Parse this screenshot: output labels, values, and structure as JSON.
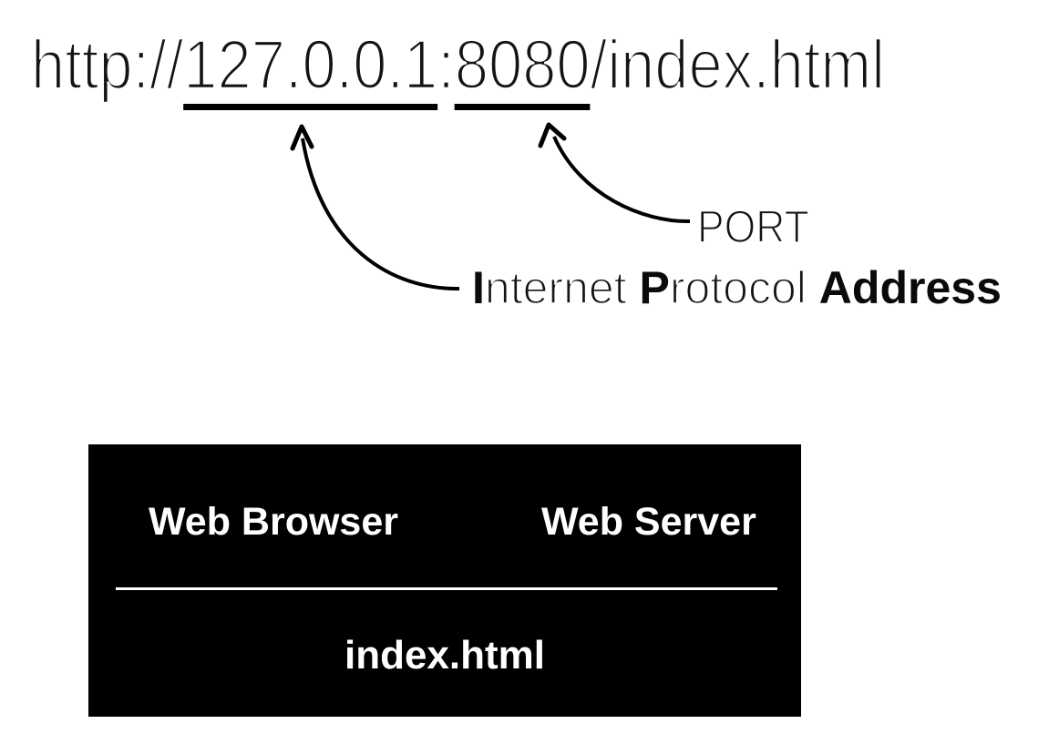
{
  "url": {
    "prefix": "http://",
    "ip": "127.0.0.1",
    "separator": ":",
    "port": "8080",
    "path": "/index.html"
  },
  "annotations": {
    "port_label": "PORT",
    "ip_label": {
      "bold_1": "I",
      "thin_1": "nternet ",
      "bold_2": "P",
      "thin_2": "rotocol ",
      "bold_3": "Address"
    }
  },
  "diagram_box": {
    "browser_label": "Web Browser",
    "server_label": "Web Server",
    "file_label": "index.html"
  },
  "colors": {
    "ink": "#000000",
    "box_background": "#000000",
    "box_text": "#ffffff",
    "page_background": "#ffffff"
  }
}
